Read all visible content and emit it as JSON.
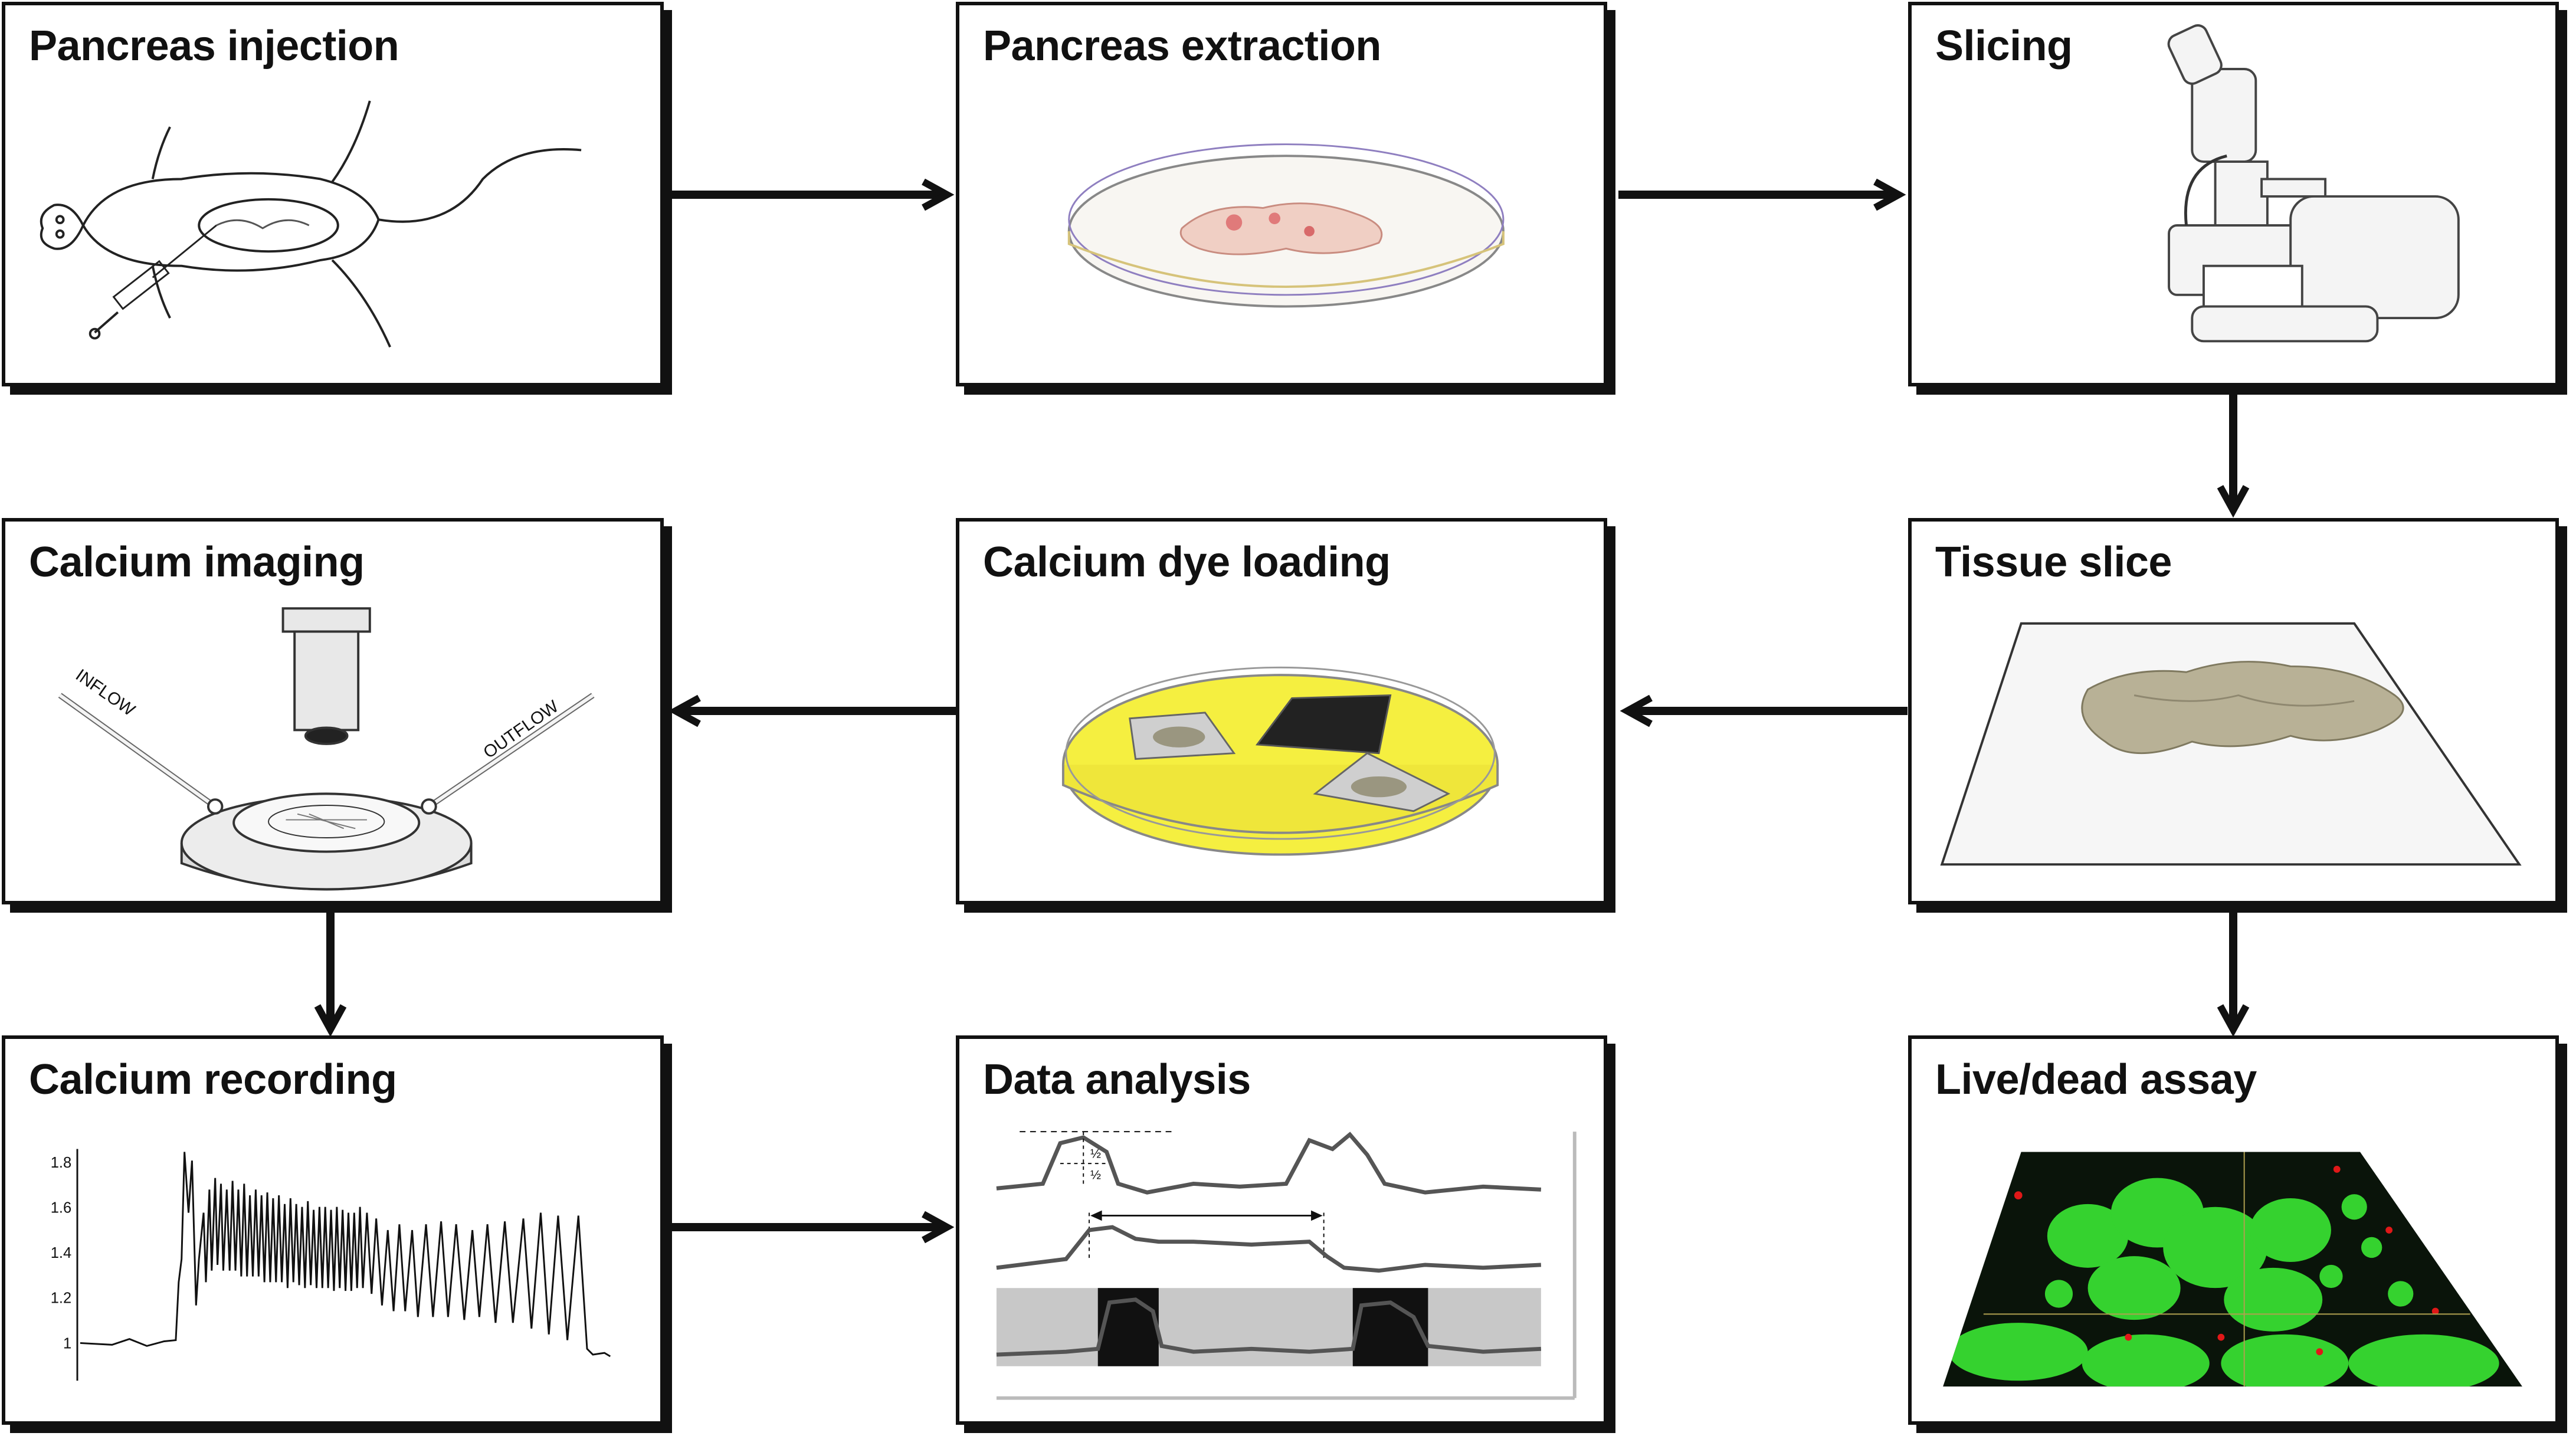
{
  "panels": {
    "pancreas_injection": {
      "title": "Pancreas injection"
    },
    "pancreas_extraction": {
      "title": "Pancreas extraction"
    },
    "slicing": {
      "title": "Slicing"
    },
    "tissue_slice": {
      "title": "Tissue slice"
    },
    "calcium_dye_loading": {
      "title": "Calcium dye loading"
    },
    "calcium_imaging": {
      "title": "Calcium imaging",
      "inflow_label": "INFLOW",
      "outflow_label": "OUTFLOW"
    },
    "calcium_recording": {
      "title": "Calcium recording",
      "y_ticks": [
        "1.8",
        "1.6",
        "1.4",
        "1.2",
        "1"
      ]
    },
    "data_analysis": {
      "title": "Data analysis",
      "half_label_top": "½",
      "half_label_bottom": "½"
    },
    "live_dead_assay": {
      "title": "Live/dead assay"
    }
  },
  "colors": {
    "border": "#111111",
    "dye": "#f2ee3a",
    "live": "#3be03a",
    "dead": "#e01818",
    "trace": "#555555"
  }
}
